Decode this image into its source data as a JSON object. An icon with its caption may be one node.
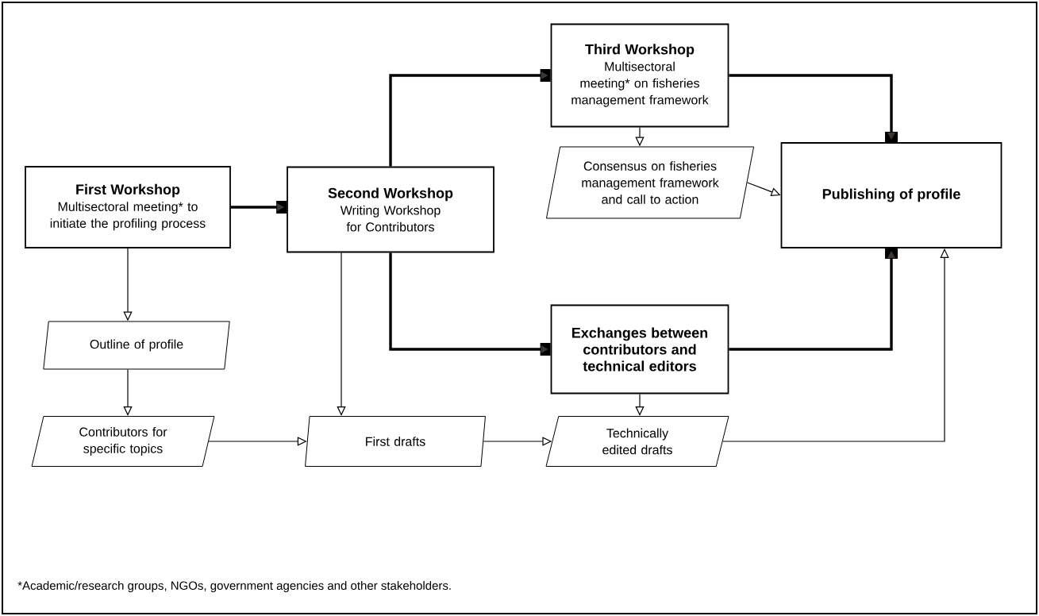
{
  "diagram": {
    "caption": "*Academic/research groups, NGOs, government agencies and other stakeholders.",
    "nodes": [
      {
        "text": [
          "First Workshop",
          "Multisectoral meeting* to initiate the profiling process"
        ]
      },
      {
        "text": [
          "Second Workshop",
          "Writing Workshop for Contributors"
        ]
      },
      {
        "text": [
          "Third Workshop",
          "Multisectoral meeting* on fisheries management framework"
        ]
      },
      {
        "text": [
          "Consensus on fisheries management framework and call to action"
        ]
      },
      {
        "text": [
          "Publishing of profile"
        ]
      },
      {
        "text": [
          "Outline of profile"
        ]
      },
      {
        "text": [
          "Exchanges between contributors and technical editors"
        ]
      },
      {
        "text": [
          "Contributors for specific topics"
        ]
      },
      {
        "text": [
          "First drafts"
        ]
      },
      {
        "text": [
          "Technically edited drafts"
        ]
      }
    ],
    "edges": [
      {
        "from": 0,
        "to": 1,
        "arrow": "to",
        "style": "thick"
      },
      {
        "from": 1,
        "to": 2,
        "arrow": "to",
        "style": "thick"
      },
      {
        "from": 2,
        "to": 4,
        "arrow": "to",
        "style": "thick"
      },
      {
        "from": 2,
        "to": 3,
        "arrow": "to"
      },
      {
        "from": 3,
        "to": 4,
        "arrow": "to"
      },
      {
        "from": 1,
        "to": 6,
        "arrow": "to",
        "style": "thick"
      },
      {
        "from": 6,
        "to": 4,
        "arrow": "to",
        "style": "thick"
      },
      {
        "from": 1,
        "to": 8,
        "arrow": "to"
      },
      {
        "from": 0,
        "to": 5,
        "arrow": "to"
      },
      {
        "from": 5,
        "to": 7,
        "arrow": "to"
      },
      {
        "from": 7,
        "to": 8,
        "arrow": "to"
      },
      {
        "from": 8,
        "to": 9,
        "arrow": "to"
      },
      {
        "from": 6,
        "to": 9,
        "arrow": "to"
      },
      {
        "from": 9,
        "to": 4,
        "arrow": "to"
      }
    ]
  }
}
